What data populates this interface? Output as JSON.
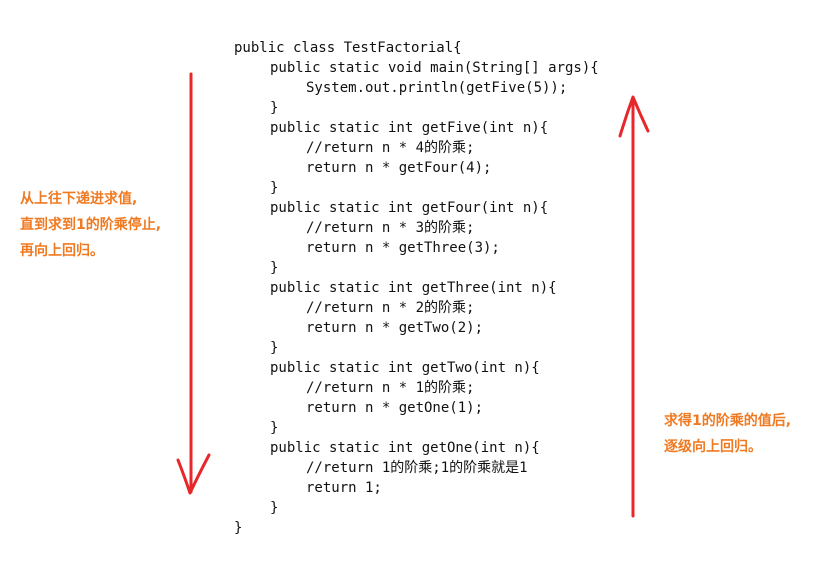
{
  "code_lines": [
    {
      "indent": 0,
      "text": "public class TestFactorial{"
    },
    {
      "indent": 1,
      "text": "public static void main(String[] args){"
    },
    {
      "indent": 2,
      "text": "System.out.println(getFive(5));"
    },
    {
      "indent": 1,
      "text": "}"
    },
    {
      "indent": 1,
      "text": "public static int getFive(int n){"
    },
    {
      "indent": 2,
      "text": "//return n * 4的阶乘;"
    },
    {
      "indent": 2,
      "text": "return n * getFour(4);"
    },
    {
      "indent": 1,
      "text": "}"
    },
    {
      "indent": 1,
      "text": "public static int getFour(int n){"
    },
    {
      "indent": 2,
      "text": "//return n * 3的阶乘;"
    },
    {
      "indent": 2,
      "text": "return n * getThree(3);"
    },
    {
      "indent": 1,
      "text": "}"
    },
    {
      "indent": 1,
      "text": "public static int getThree(int n){"
    },
    {
      "indent": 2,
      "text": "//return n * 2的阶乘;"
    },
    {
      "indent": 2,
      "text": "return n * getTwo(2);"
    },
    {
      "indent": 1,
      "text": "}"
    },
    {
      "indent": 1,
      "text": "public static int getTwo(int n){"
    },
    {
      "indent": 2,
      "text": "//return n * 1的阶乘;"
    },
    {
      "indent": 2,
      "text": "return n * getOne(1);"
    },
    {
      "indent": 1,
      "text": "}"
    },
    {
      "indent": 1,
      "text": "public static int getOne(int n){"
    },
    {
      "indent": 2,
      "text": "//return 1的阶乘;1的阶乘就是1"
    },
    {
      "indent": 2,
      "text": "return 1;"
    },
    {
      "indent": 1,
      "text": "}"
    },
    {
      "indent": 0,
      "text": "}"
    }
  ],
  "annotations": {
    "left": {
      "lines": [
        "从上往下递进求值,",
        "直到求到1的阶乘停止,",
        "再向上回归。"
      ]
    },
    "right": {
      "lines": [
        "求得1的阶乘的值后,",
        "逐级向上回归。"
      ]
    }
  },
  "colors": {
    "arrow": "#e8272b",
    "annotation": "#f07a22",
    "code": "#111111",
    "background": "#ffffff"
  }
}
